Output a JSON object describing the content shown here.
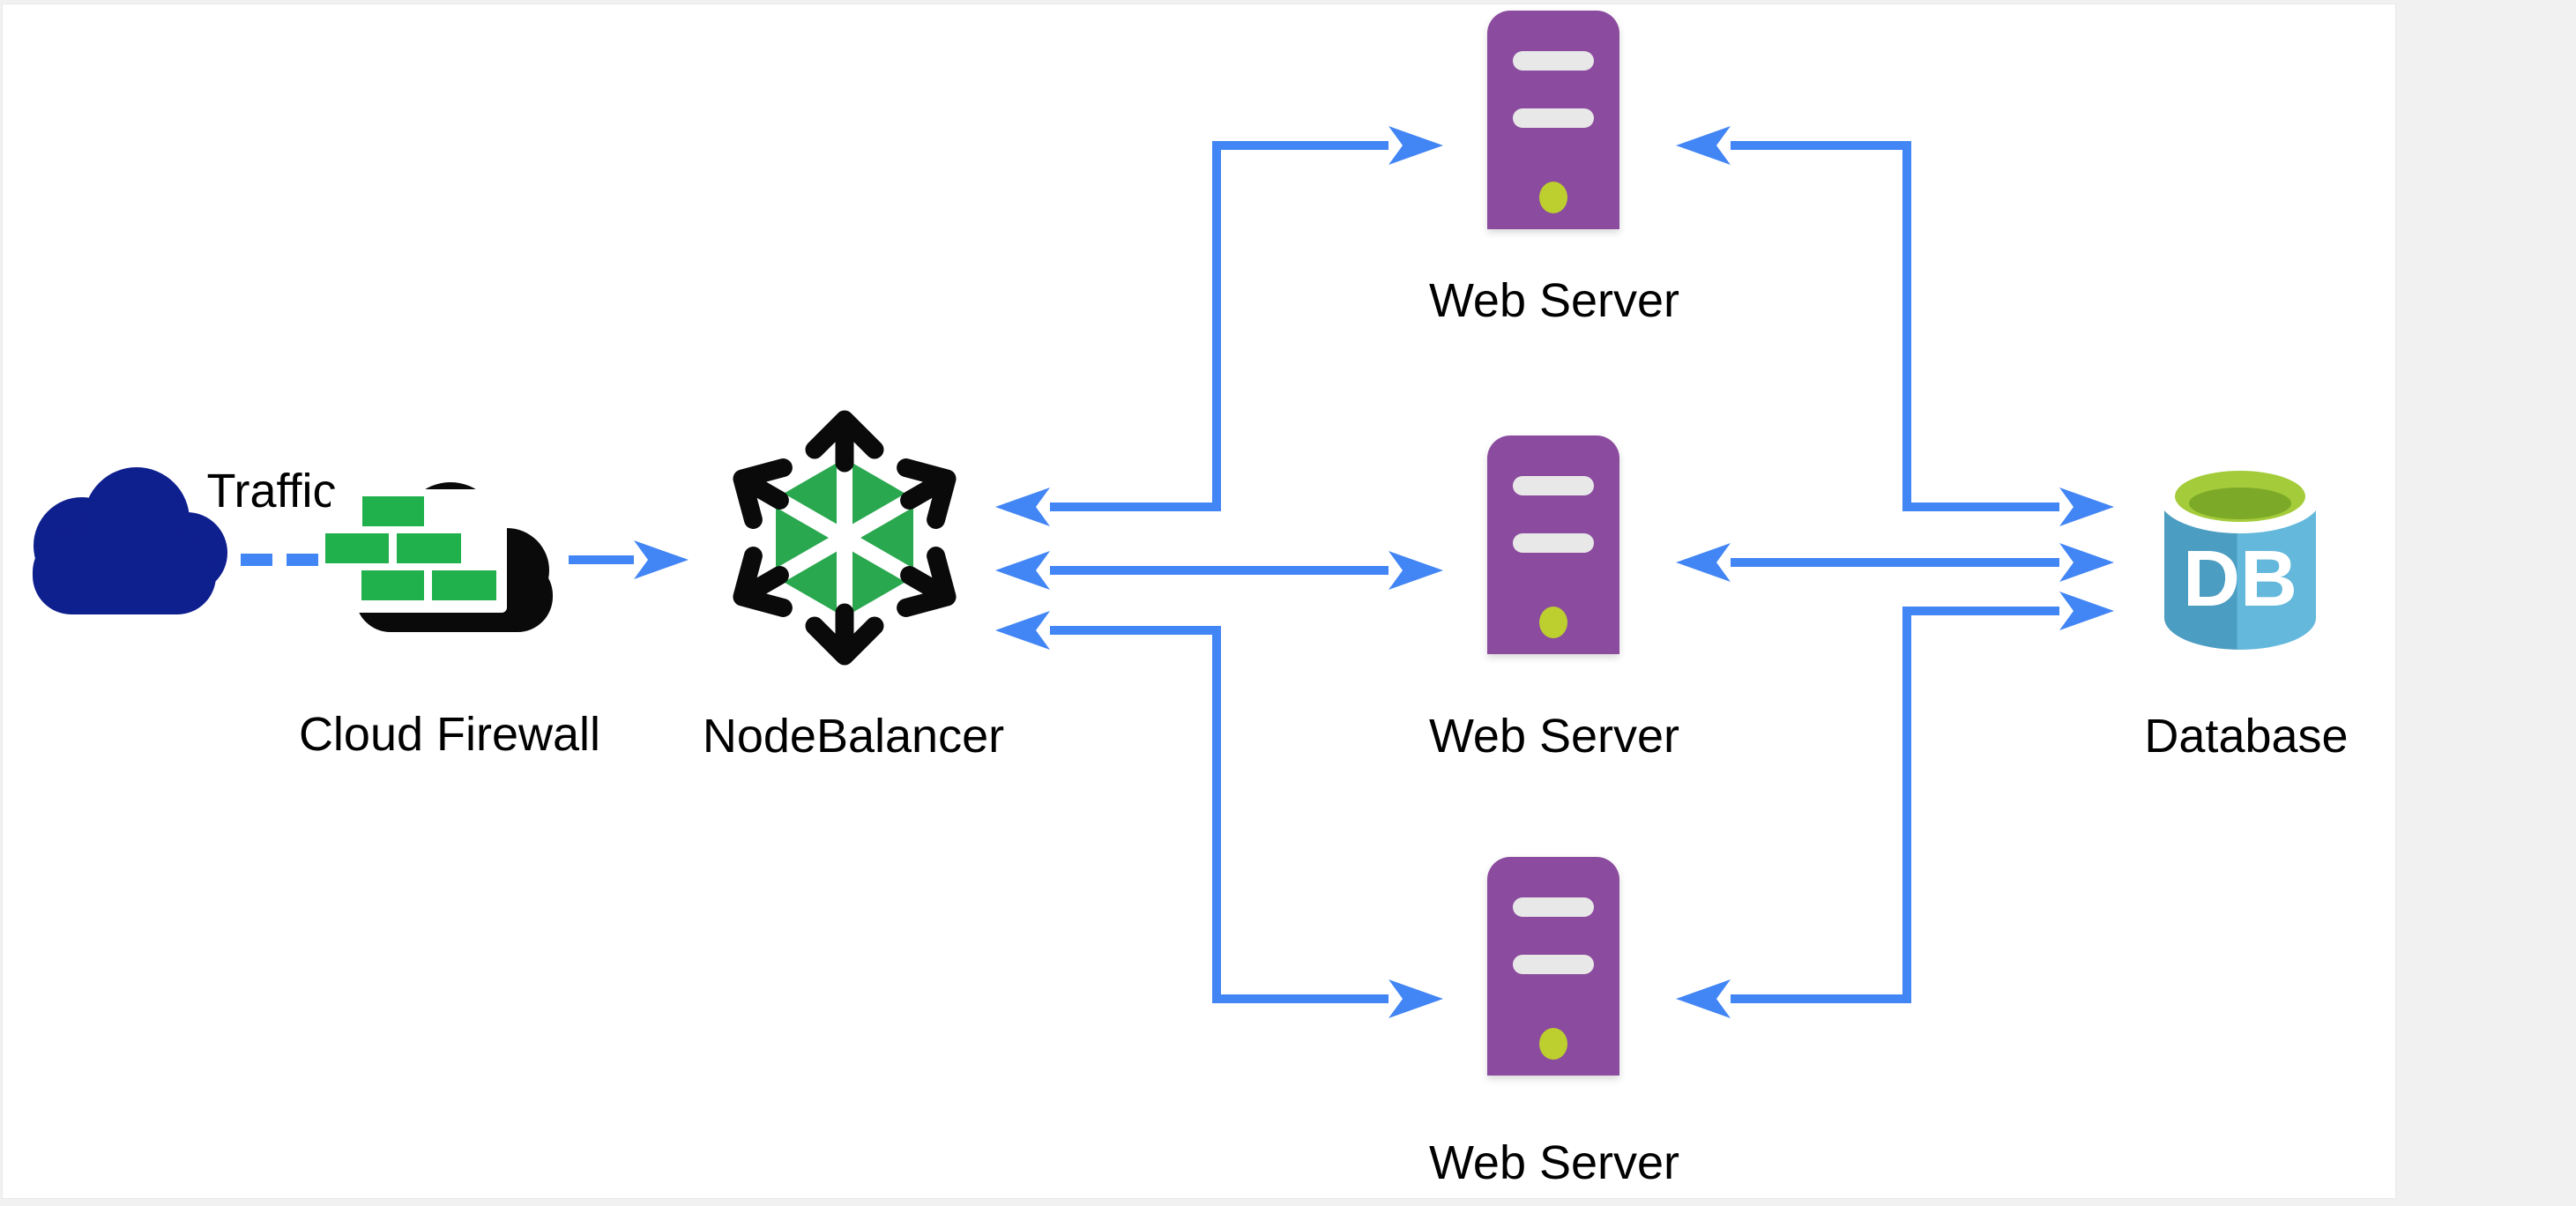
{
  "diagram": {
    "type": "architecture-diagram",
    "background": "#ffffff",
    "outer_background": "#f1f1f2"
  },
  "colors": {
    "edge_blue": "#4285f4",
    "traffic_cloud_navy": "#0e1f8e",
    "firewall_cloud_black": "#0a0a0a",
    "firewall_brick_green": "#21b14c",
    "nodebalancer_green": "#2aa84f",
    "nodebalancer_arrow_black": "#0a0a0a",
    "server_purple": "#8b4b9e",
    "server_slot_gray": "#e8e8e8",
    "server_led_lime": "#bccf2e",
    "db_body_left": "#4c9dc2",
    "db_body_right": "#63b8dc",
    "db_top_outer_lime": "#a4cb39",
    "db_top_inner_olive": "#7caa28",
    "label_black": "#000000"
  },
  "nodes": [
    {
      "id": "traffic",
      "label": "Traffic",
      "type": "cloud"
    },
    {
      "id": "cloud-firewall",
      "label": "Cloud Firewall",
      "type": "firewall-cloud"
    },
    {
      "id": "nodebalancer",
      "label": "NodeBalancer",
      "type": "load-balancer"
    },
    {
      "id": "web-server-1",
      "label": "Web Server",
      "type": "server"
    },
    {
      "id": "web-server-2",
      "label": "Web Server",
      "type": "server"
    },
    {
      "id": "web-server-3",
      "label": "Web Server",
      "type": "server"
    },
    {
      "id": "database",
      "label": "Database",
      "type": "database",
      "badge": "DB"
    }
  ],
  "edges": [
    {
      "from": "traffic",
      "to": "cloud-firewall",
      "style": "dashed",
      "direction": "none"
    },
    {
      "from": "cloud-firewall",
      "to": "nodebalancer",
      "style": "solid",
      "direction": "forward"
    },
    {
      "from": "nodebalancer",
      "to": "web-server-1",
      "style": "solid",
      "direction": "both"
    },
    {
      "from": "nodebalancer",
      "to": "web-server-2",
      "style": "solid",
      "direction": "both"
    },
    {
      "from": "nodebalancer",
      "to": "web-server-3",
      "style": "solid",
      "direction": "both"
    },
    {
      "from": "web-server-1",
      "to": "database",
      "style": "solid",
      "direction": "both"
    },
    {
      "from": "web-server-2",
      "to": "database",
      "style": "solid",
      "direction": "both"
    },
    {
      "from": "web-server-3",
      "to": "database",
      "style": "solid",
      "direction": "both"
    }
  ]
}
